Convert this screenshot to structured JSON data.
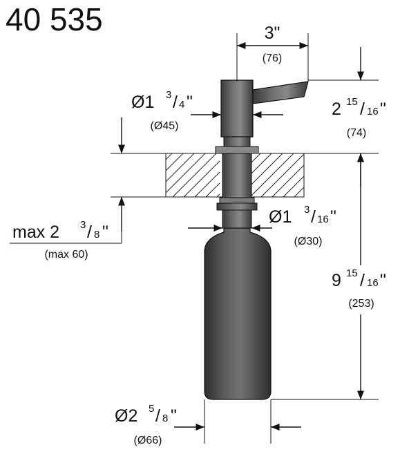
{
  "title": "40 535",
  "dims": {
    "spout_width": {
      "imperial": "3\"",
      "metric": "(76)"
    },
    "head_diameter": {
      "whole": "Ø1",
      "num": "3",
      "den": "4",
      "inch": "\"",
      "metric": "(Ø45)"
    },
    "head_height": {
      "whole": "2",
      "num": "15",
      "den": "16",
      "inch": "\"",
      "metric": "(74)"
    },
    "shank_diameter": {
      "whole": "Ø1",
      "num": "3",
      "den": "16",
      "inch": "\"",
      "metric": "(Ø30)"
    },
    "max_thickness": {
      "prefix": "max 2",
      "num": "3",
      "den": "8",
      "inch": "\"",
      "metric": "(max 60)"
    },
    "bottle_length": {
      "whole": "9",
      "num": "15",
      "den": "16",
      "inch": "\"",
      "metric": "(253)"
    },
    "bottle_diameter": {
      "whole": "Ø2",
      "num": "5",
      "den": "8",
      "inch": "\"",
      "metric": "(Ø66)"
    }
  }
}
